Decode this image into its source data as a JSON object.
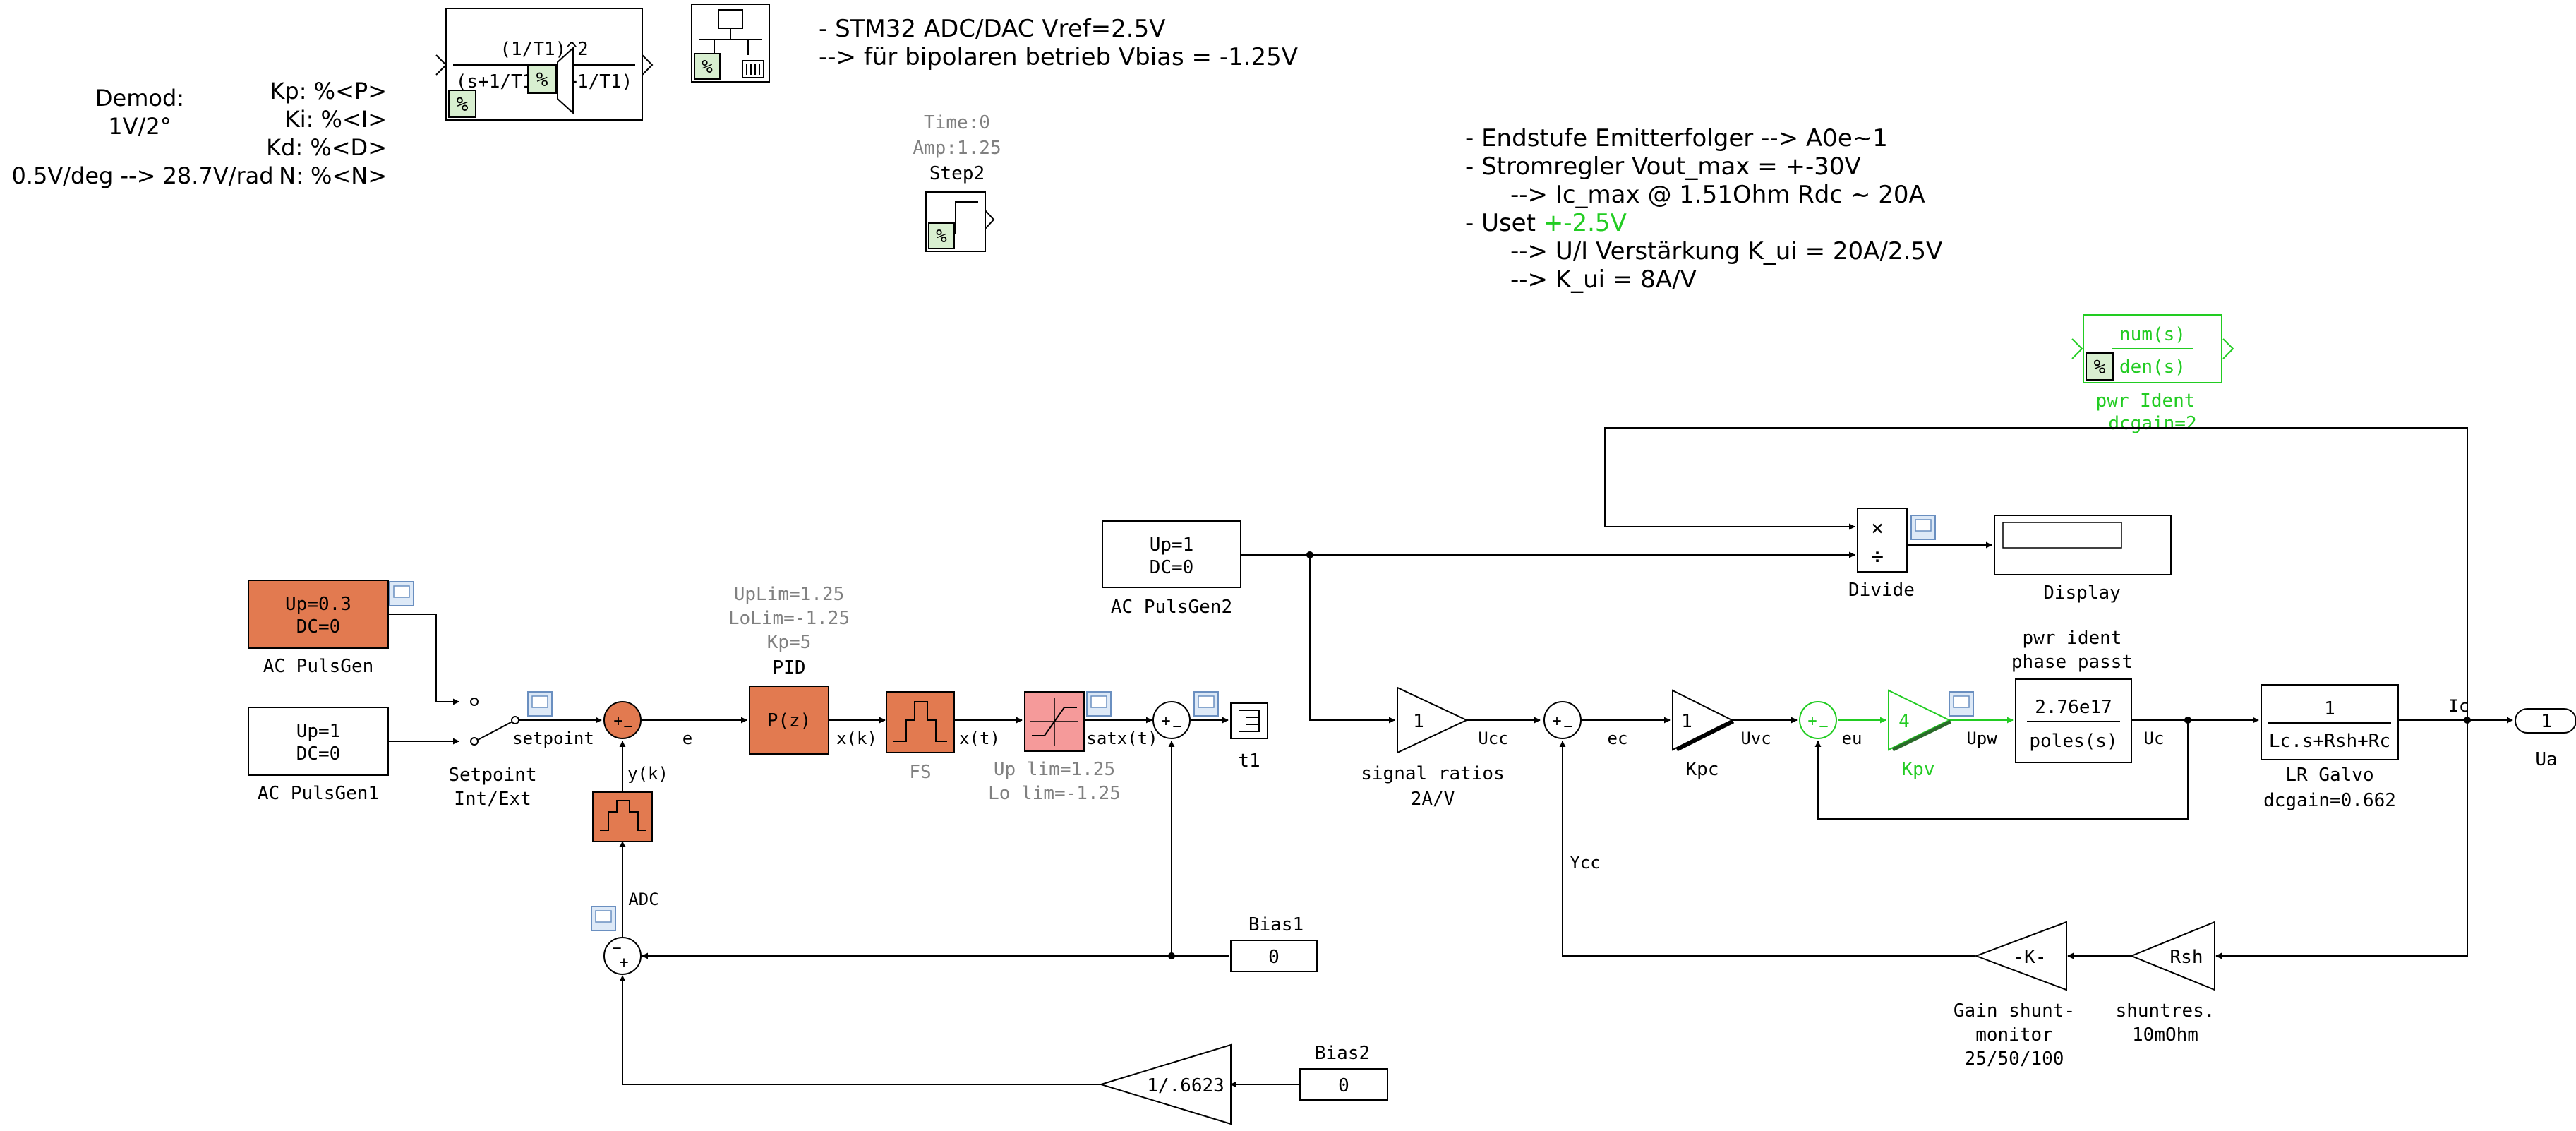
{
  "colors": {
    "orange": "#e27a50",
    "pink": "#f59a9a",
    "green": "#22cc22",
    "gray": "#808080",
    "line": "#000000"
  },
  "icons": [
    "percent-icon",
    "scope-icon",
    "block-bitmap-icon",
    "quantizer-icon",
    "saturation-icon",
    "step-icon",
    "scope-port-icon",
    "multiply-icon",
    "divide-icon"
  ],
  "notes": {
    "demod": [
      "Demod:",
      "1V/2°",
      "0.5V/deg --> 28.7V/rad"
    ],
    "pid_params": [
      "Kp: %<P>",
      "Ki: %<I>",
      "Kd: %<D>",
      "N: %<N>"
    ],
    "stm32": [
      "- STM32 ADC/DAC Vref=2.5V",
      "--> für bipolaren betrieb Vbias = -1.25V"
    ],
    "endstufe_1": "- Endstufe Emitterfolger --> A0e~1",
    "endstufe_2": "- Stromregler Vout_max = +-30V",
    "endstufe_3": "--> Ic_max @ 1.51Ohm Rdc ~ 20A",
    "endstufe_4a": "- Uset ",
    "endstufe_4b": "+-2.5V",
    "endstufe_5": "--> U/I Verstärkung K_ui = 20A/2.5V",
    "endstufe_6": "--> K_ui = 8A/V"
  },
  "blocks": {
    "tf_top": {
      "num": "(1/T1)^2",
      "den": "(s+1/T1)(s+1/T1)"
    },
    "step2": {
      "param1": "Time:0",
      "param2": "Amp:1.25",
      "name": "Step2"
    },
    "tf_ident": {
      "num": "num(s)",
      "den": "den(s)",
      "name1": "pwr Ident",
      "name2": "dcgain=2"
    },
    "ac_pulsgen": {
      "line1": "Up=0.3",
      "line2": "DC=0",
      "name": "AC PulsGen"
    },
    "ac_pulsgen1": {
      "line1": "Up=1",
      "line2": "DC=0",
      "name": "AC PulsGen1"
    },
    "ac_pulsgen2": {
      "line1": "Up=1",
      "line2": "DC=0",
      "name": "AC PulsGen2"
    },
    "switch": {
      "name1": "Setpoint",
      "name2": "Int/Ext"
    },
    "pid": {
      "label": "P(z)",
      "name": "PID",
      "p1": "UpLim=1.25",
      "p2": "LoLim=-1.25",
      "p3": "Kp=5"
    },
    "fs": {
      "name": "FS"
    },
    "sat": {
      "p1": "Up_lim=1.25",
      "p2": "Lo_lim=-1.25"
    },
    "t1": {
      "name": "t1"
    },
    "adc": {
      "name": "ADC"
    },
    "bias1": {
      "value": "0",
      "name": "Bias1"
    },
    "bias2": {
      "value": "0",
      "name": "Bias2"
    },
    "gain_inv": {
      "label": "1/.6623"
    },
    "divide": {
      "name": "Divide",
      "mul": "×",
      "div": "÷"
    },
    "display": {
      "name": "Display"
    },
    "signal_ratios": {
      "value": "1",
      "name1": "signal ratios",
      "name2": "2A/V"
    },
    "kpc": {
      "value": "1",
      "name": "Kpc"
    },
    "kpv": {
      "value": "4",
      "name": "Kpv"
    },
    "pwr_ident": {
      "num": "2.76e17",
      "den": "poles(s)",
      "name1": "pwr ident",
      "name2": "phase passt"
    },
    "lr_galvo": {
      "num": "1",
      "den": "Lc.s+Rsh+Rc",
      "name1": "LR Galvo",
      "name2": "dcgain=0.662"
    },
    "ua": {
      "value": "1",
      "name": "Ua"
    },
    "gain_shunt": {
      "label": "-K-",
      "name1": "Gain shunt-",
      "name2": "monitor",
      "name3": "25/50/100"
    },
    "shuntres": {
      "label": "Rsh",
      "name1": "shuntres.",
      "name2": "10mOhm"
    }
  },
  "signals": {
    "setpoint": "setpoint",
    "e": "e",
    "yk": "y(k)",
    "xk": "x(k)",
    "xt": "x(t)",
    "satxt": "satx(t)",
    "ucc": "Ucc",
    "ec": "ec",
    "uvc": "Uvc",
    "eu": "eu",
    "upw": "Upw",
    "uc": "Uc",
    "ic": "Ic",
    "ycc": "Ycc"
  },
  "sum_signs": {
    "plus": "+",
    "minus": "−"
  }
}
